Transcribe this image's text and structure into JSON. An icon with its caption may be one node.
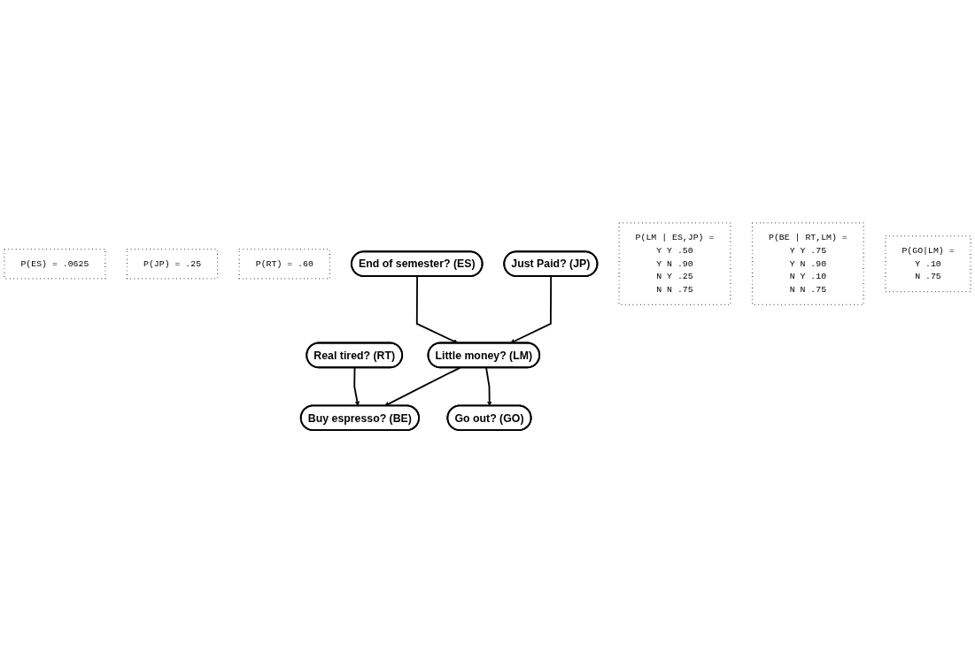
{
  "diagram": {
    "nodes": [
      {
        "text": [
          "P(ES) = .0625"
        ]
      },
      {
        "text": [
          "P(JP) = .25"
        ]
      },
      {
        "text": [
          "P(RT) = .60"
        ]
      },
      {
        "text": [
          "End of semester? (ES)"
        ]
      },
      {
        "text": [
          "Just Paid? (JP)"
        ]
      },
      {
        "text": [
          "P(LM | ES,JP) =",
          "Y Y .50",
          "Y N .90",
          "N Y .25",
          "N N .75"
        ]
      },
      {
        "text": [
          "Real tired? (RT)"
        ]
      },
      {
        "text": [
          "Little money? (LM)"
        ]
      },
      {
        "text": [
          "P(BE | RT,LM) =",
          "Y Y .75",
          "Y N .90",
          "N Y .10",
          "N N .75"
        ]
      },
      {
        "text": [
          "Buy espresso? (BE)"
        ]
      },
      {
        "text": [
          "Go out? (GO)"
        ]
      },
      {
        "text": [
          "P(GO|LM) =",
          "Y .10",
          "N .75"
        ]
      }
    ],
    "edges": [
      {
        "from": 3,
        "to": 7,
        "arrow": "to"
      },
      {
        "from": 4,
        "to": 7,
        "arrow": "to"
      },
      {
        "from": 6,
        "to": 9,
        "arrow": "to"
      },
      {
        "from": 7,
        "to": 9,
        "arrow": "to"
      },
      {
        "from": 7,
        "to": 10,
        "arrow": "to"
      }
    ]
  }
}
